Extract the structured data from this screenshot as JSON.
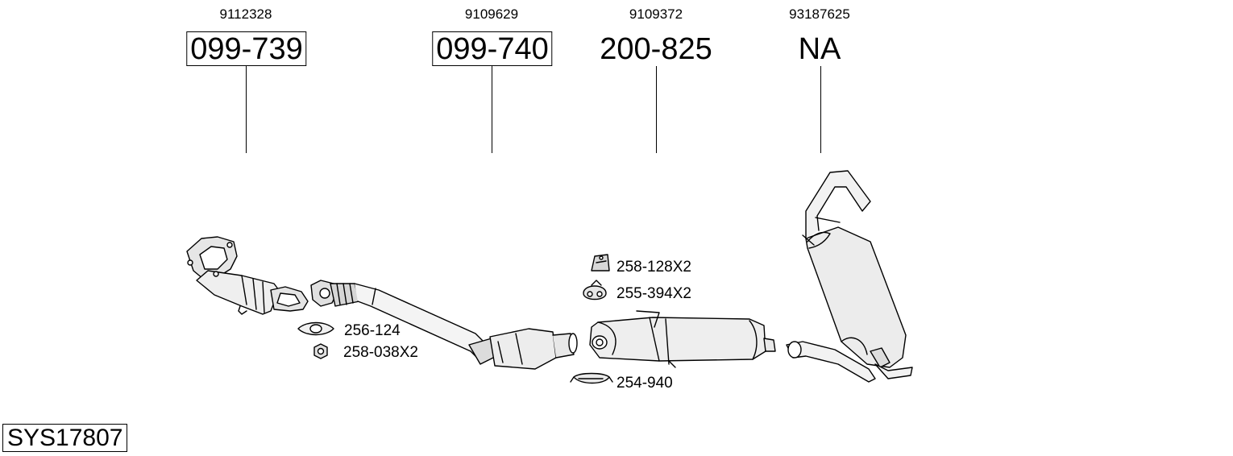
{
  "parts": [
    {
      "oe": "9112328",
      "part_number": "099-739",
      "boxed": true
    },
    {
      "oe": "9109629",
      "part_number": "099-740",
      "boxed": true
    },
    {
      "oe": "9109372",
      "part_number": "200-825",
      "boxed": false
    },
    {
      "oe": "93187625",
      "part_number": "NA",
      "boxed": false
    }
  ],
  "accessories": [
    {
      "label": "256-124",
      "icon": "gasket-icon"
    },
    {
      "label": "258-038X2",
      "icon": "nut-icon"
    },
    {
      "label": "258-128X2",
      "icon": "rubber-mount-icon"
    },
    {
      "label": "255-394X2",
      "icon": "hanger-ring-icon"
    },
    {
      "label": "254-940",
      "icon": "clamp-icon"
    }
  ],
  "system_id": "SYS17807"
}
